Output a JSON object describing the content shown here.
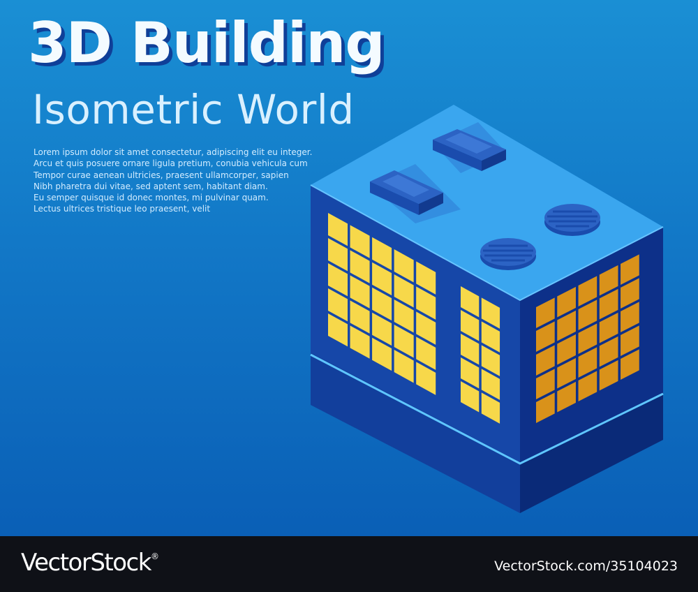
{
  "poster": {
    "title": "3D Building",
    "subtitle": "Isometric World",
    "body_lines": [
      "Lorem ipsum dolor sit amet consectetur, adipiscing elit eu integer.",
      "Arcu et quis posuere ornare ligula pretium, conubia vehicula cum",
      "Tempor curae aenean ultricies, praesent ullamcorper, sapien",
      "Nibh pharetra dui vitae, sed aptent sem, habitant diam.",
      "Eu semper quisque id donec montes, mi pulvinar quam.",
      "Lectus ultrices tristique leo praesent, velit"
    ]
  },
  "footer": {
    "brand": "VectorStock",
    "registered_mark": "®",
    "stock_id": "VectorStock.com/35104023"
  },
  "colors": {
    "background_top": "#1a8fd4",
    "background_bottom": "#0a5fb6",
    "roof": "#3aa6ef",
    "wall_front": "#1545a6",
    "wall_side": "#0c2f86",
    "window_lit": "#f7d84a",
    "window_side": "#d9921a",
    "accent_stripe": "#5fc6ff",
    "footer_bg": "#0f1117"
  },
  "icons": [
    "building-illustration",
    "roof-vent",
    "window"
  ]
}
